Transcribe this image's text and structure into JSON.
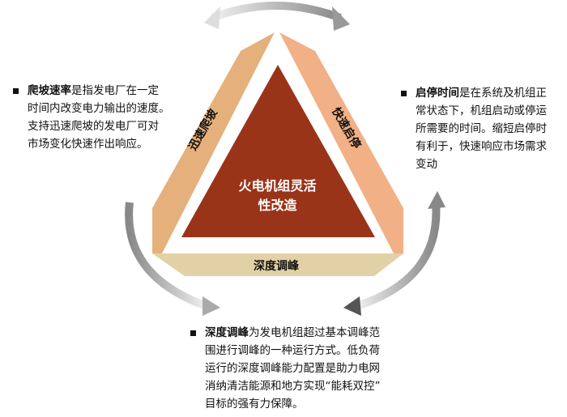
{
  "center": {
    "line1": "火电机组灵活",
    "line2": "性改造"
  },
  "bands": {
    "left": {
      "label": "迅速爬坡",
      "color": "#e6b07c"
    },
    "right": {
      "label": "快速启停",
      "color": "#f1b086"
    },
    "bottom": {
      "label": "深度调峰",
      "color": "#e2d1a6"
    }
  },
  "core_color": "#9a3419",
  "notes": {
    "ramp": {
      "term": "爬坡速率",
      "lines": [
        "是指发电厂在一定",
        "时间内改变电力输出的速度。",
        "支持迅速爬坡的发电厂可对",
        "市场变化快速作出响应。"
      ]
    },
    "startstop": {
      "term": "启停时间",
      "lines": [
        "是在系统及机组正",
        "常状态下，机组启动或停运",
        "所需要的时间。缩短启停时",
        "有利于，快速响应市场需求",
        "变动"
      ]
    },
    "peak": {
      "term": "深度调峰",
      "lines": [
        "为发电机组超过基本调峰范",
        "围进行调峰的一种运行方式。低负荷",
        "运行的深度调峰能力配置是助力电网",
        "消纳清洁能源和地方实现“能耗双控”",
        "目标的强有力保障。"
      ]
    }
  }
}
